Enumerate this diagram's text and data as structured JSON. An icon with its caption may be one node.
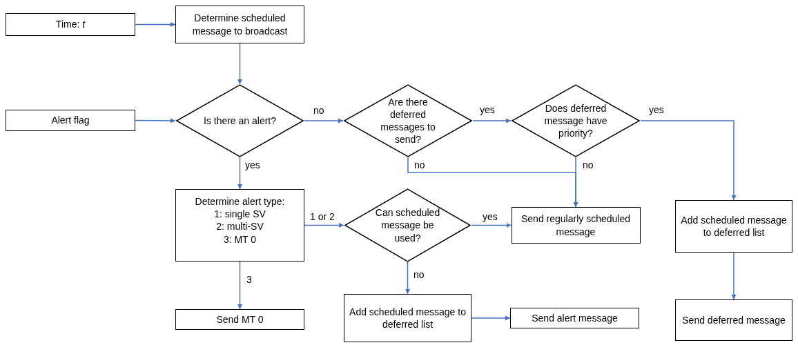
{
  "diagram": {
    "nodes": [
      {
        "text": [
          "Time: *t*"
        ]
      },
      {
        "text": [
          "Determine scheduled message to broadcast"
        ]
      },
      {
        "text": [
          "Alert flag"
        ]
      },
      {
        "text": [
          "Is there an alert?"
        ]
      },
      {
        "text": [
          "Are there deferred messages to send?"
        ]
      },
      {
        "text": [
          "Does deferred message have priority?"
        ]
      },
      {
        "text": [
          "Determine alert type:",
          "1: single SV",
          "2: multi-SV",
          "3: MT 0"
        ]
      },
      {
        "text": [
          "Can scheduled message be used?"
        ]
      },
      {
        "text": [
          "Send regularly scheduled message"
        ]
      },
      {
        "text": [
          "Add scheduled message to deferred list"
        ]
      },
      {
        "text": [
          "Send MT 0"
        ]
      },
      {
        "text": [
          "Add scheduled message to deferred list"
        ]
      },
      {
        "text": [
          "Send alert message"
        ]
      },
      {
        "text": [
          "Send deferred message"
        ]
      }
    ],
    "edges": [
      {
        "from": 0,
        "to": 1,
        "arrow": "to"
      },
      {
        "from": 1,
        "to": 3,
        "arrow": "to"
      },
      {
        "from": 2,
        "to": 3,
        "arrow": "to"
      },
      {
        "from": 3,
        "to": 4,
        "arrow": "to",
        "label": "no"
      },
      {
        "from": 4,
        "to": 5,
        "arrow": "to",
        "label": "yes"
      },
      {
        "from": 5,
        "to": 9,
        "arrow": "to",
        "label": "yes"
      },
      {
        "from": 4,
        "to": 8,
        "arrow": "to",
        "label": "no"
      },
      {
        "from": 5,
        "to": 8,
        "arrow": "to",
        "label": "no"
      },
      {
        "from": 3,
        "to": 6,
        "arrow": "to",
        "label": "yes"
      },
      {
        "from": 6,
        "to": 7,
        "arrow": "to",
        "label": "1 or 2"
      },
      {
        "from": 7,
        "to": 8,
        "arrow": "to",
        "label": "yes"
      },
      {
        "from": 7,
        "to": 11,
        "arrow": "to",
        "label": "no"
      },
      {
        "from": 6,
        "to": 10,
        "arrow": "to",
        "label": "3"
      },
      {
        "from": 11,
        "to": 12,
        "arrow": "to"
      },
      {
        "from": 9,
        "to": 13,
        "arrow": "to"
      }
    ]
  }
}
